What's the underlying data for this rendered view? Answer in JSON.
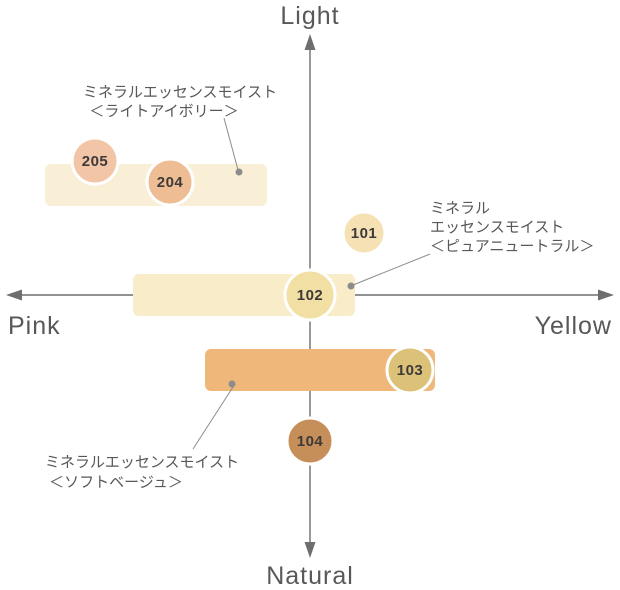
{
  "axes": {
    "top": "Light",
    "bottom": "Natural",
    "left": "Pink",
    "right": "Yellow"
  },
  "groups": {
    "light_ivory": {
      "label_lines": [
        "ミネラルエッセンスモイスト",
        "＜ライトアイボリー＞"
      ],
      "band_color": "#f9efd6",
      "shades": [
        "205",
        "204"
      ]
    },
    "pure_neutral": {
      "label_lines": [
        "ミネラル",
        "エッセンスモイスト",
        "＜ピュアニュートラル＞"
      ],
      "band_color": "#f8edc8",
      "shades": [
        "101",
        "102"
      ]
    },
    "soft_beige": {
      "label_lines": [
        "ミネラルエッセンスモイスト",
        "＜ソフトベージュ＞"
      ],
      "band_color": "#efb77a",
      "shades": [
        "103",
        "104"
      ]
    }
  },
  "shades": {
    "s205": {
      "number": "205",
      "color": "#f2c5a7"
    },
    "s204": {
      "number": "204",
      "color": "#eebd93"
    },
    "s101": {
      "number": "101",
      "color": "#f6e1b5"
    },
    "s102": {
      "number": "102",
      "color": "#f1dfa3"
    },
    "s103": {
      "number": "103",
      "color": "#dcc178"
    },
    "s104": {
      "number": "104",
      "color": "#c68e58"
    }
  },
  "style": {
    "axis_color": "#6e6e6e",
    "text_color": "#595757",
    "number_color": "#3e3a39",
    "leader_color": "#8c8c8c",
    "background": "#ffffff"
  }
}
